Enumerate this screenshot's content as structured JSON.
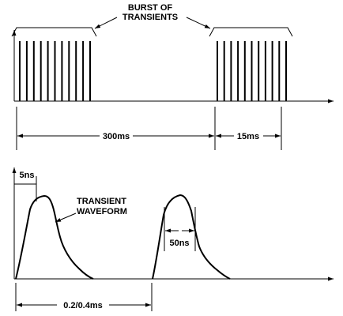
{
  "labels": {
    "burst_line1": "BURST OF",
    "burst_line2": "TRANSIENTS",
    "period": "300ms",
    "burst_duration": "15ms",
    "rise_time": "5ns",
    "transient_line1": "TRANSIENT",
    "transient_line2": "WAVEFORM",
    "pulse_width": "50ns",
    "repetition": "0.2/0.4ms"
  },
  "bursts": {
    "pulse_count_per_burst": 11
  },
  "colors": {
    "ink": "#000000",
    "background": "#ffffff"
  }
}
